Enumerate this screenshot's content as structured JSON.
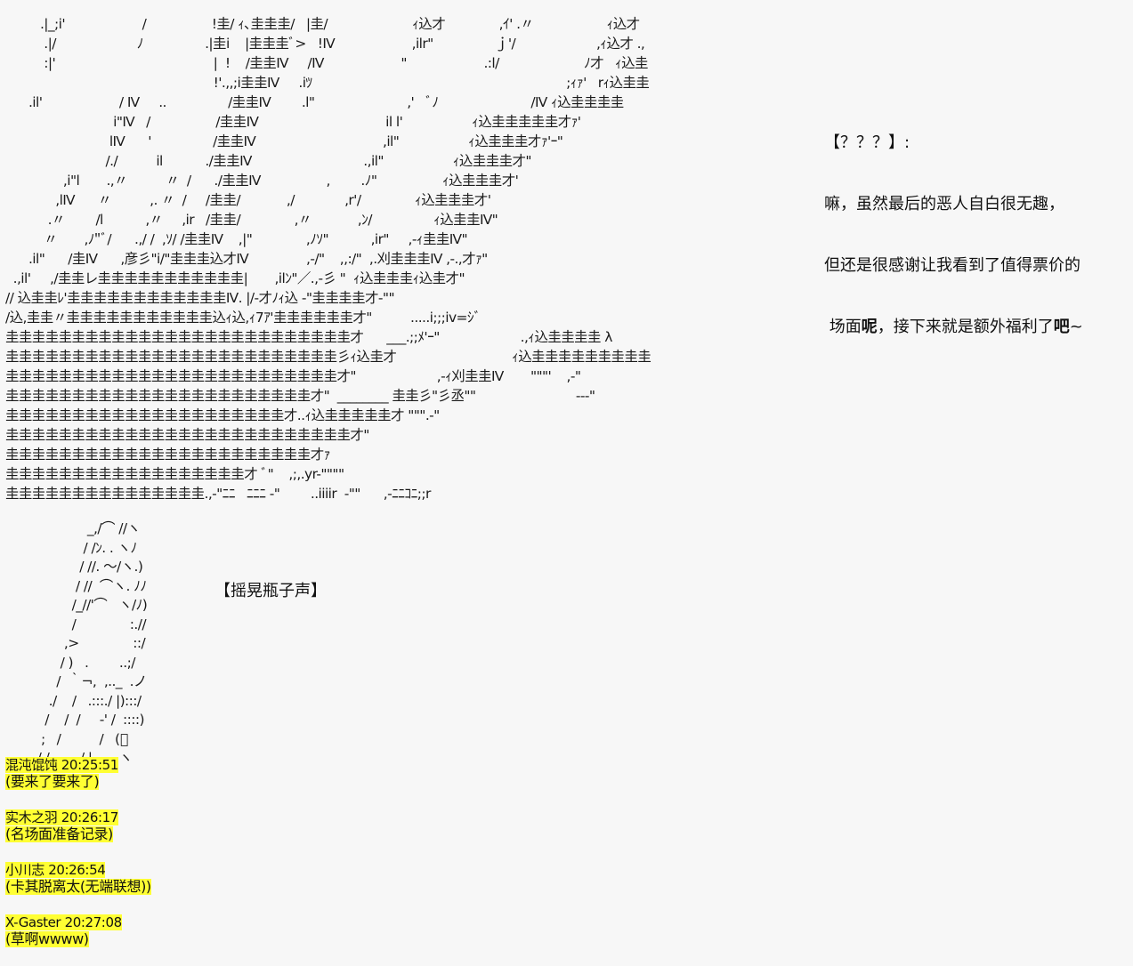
{
  "art": {
    "scene": "         .|_;i'                    /                 !圭/ ｨ､圭圭圭/   |圭/                      ｨ込才              ,ｲ' .〃                   ｨ込才\n          .|/                     ﾉ                .|圭i    |圭圭圭ﾞ>   !Ⅳ                    ,ilr\"                ｊ'/                     ,ｨ込才 .,\n          :|'                                         |  !    /圭圭Ⅳ     /Ⅳ                    \"                    .:l/                      ﾉ才   ｨ込圭\n                                                      !'.,,;i圭圭Ⅳ     .iﾂ                                                                  ;ｨｧ'   rｨ込圭圭\n      .il'                    / Ⅳ     ..                /圭圭Ⅳ        .l\"                        ,'   ﾞﾉ                        /Ⅳ ｨ込圭圭圭圭\n                            i\"Ⅳ   /                 /圭圭Ⅳ                                 il l'                  ｨ込圭圭圭圭圭才ｧ'\n                           lⅣ      '                /圭圭Ⅳ                                 ,il\"                  ｨ込圭圭圭才ｧ'ｰ\"\n                          /./          il           ./圭圭Ⅳ                             .,il\"                  ｨ込圭圭圭才\"\n               ,i\"l       .,〃          〃  /      ./圭圭Ⅳ                 ,        .ﾉ\"                 ｨ込圭圭圭才'\n             ,lⅣ      〃          ,. 〃  /     /圭圭/            ,/             ,r'/              ｨ込圭圭圭才'\n           .〃        /l           ,〃     ,ir   /圭圭/              ,〃            ,ﾝ/                ｨ込圭圭Ⅳ\"\n          〃       ,ﾉ\"ﾞ/      .,/ /  ,ｿ/ /圭圭Ⅳ    ,|\"              ,ﾉｿ\"           ,ir\"     ,-ｨ圭圭Ⅳ\"\n      .il\"      /圭Ⅳ      ,彦彡\"i/\"圭圭圭込才Ⅳ               ,-/\"    ,,:/\"  ,.刈圭圭圭Ⅳ ,-.,才ｧ\"\n  .,il'     ,/圭圭レ圭圭圭圭圭圭圭圭圭圭圭|       ,ilﾝ\"／.,-彡 \"  ｨ込圭圭圭ｨ込圭才\"\n// 込圭圭ﾚ'圭圭圭圭圭圭圭圭圭圭圭圭Ⅳ. |/-才ﾉｨ込 -\"圭圭圭圭才-\"\"\n/込,圭圭〃圭圭圭圭圭圭圭圭圭圭圭込ｨ込,ｨ7ｱ'圭圭圭圭圭圭才\"          .....i;;;iv=ｼﾞ\n圭圭圭圭圭圭圭圭圭圭圭圭圭圭圭圭圭圭圭圭圭圭圭圭圭圭才      ___.;;ﾒ'ｰ\"                     .,ｨ込圭圭圭圭 λ\n圭圭圭圭圭圭圭圭圭圭圭圭圭圭圭圭圭圭圭圭圭圭圭圭圭彡ｨ込圭才                              ｨ込圭圭圭圭圭圭圭圭圭\n圭圭圭圭圭圭圭圭圭圭圭圭圭圭圭圭圭圭圭圭圭圭圭圭圭才\"                     ,-ｨ刈圭圭Ⅳ       \"\"\"'    ,-\"\n圭圭圭圭圭圭圭圭圭圭圭圭圭圭圭圭圭圭圭圭圭圭圭才\"  ________ 圭圭彡\"彡丞\"\"                          ---\"\n圭圭圭圭圭圭圭圭圭圭圭圭圭圭圭圭圭圭圭圭圭才..ｨ込圭圭圭圭圭才 \"\"\".-\"\n圭圭圭圭圭圭圭圭圭圭圭圭圭圭圭圭圭圭圭圭圭圭圭圭圭圭才\"\n圭圭圭圭圭圭圭圭圭圭圭圭圭圭圭圭圭圭圭圭圭圭圭才ｧ\n圭圭圭圭圭圭圭圭圭圭圭圭圭圭圭圭圭圭才 ﾞ\"    ,;,.yr-\"\"\"\"\n圭圭圭圭圭圭圭圭圭圭圭圭圭圭圭.,-\"ﾆﾆ   ﾆﾆﾆ -\"        ..iiiir  -\"\"      ,-ﾆﾆｺﾆ;;r",
    "bottle": "                  _,/⌒ //ヽ\n                 / /ﾝ. . ヽﾉ\n                / //. 〜/ヽ.)\n               / //  ⌒ヽ. ﾉﾉ\n              /_//'⌒   ヽ/ﾉ)\n              /              :.//\n            ,>              ::/\n           / )   .        ..;/\n          /  ｀¬,  ,.._  .ノ\n        ./    /   .:::./ |):::/\n       /    /  /     ‐' /  ::::)\n      ;   /          /   (ﾞ\n     / /        / |       ヽ"
  },
  "speech": {
    "speaker": "【？？？】:",
    "line1": "嘛，虽然最后的恶人自白很无趣，",
    "line2": "但还是很感谢让我看到了值得票价的",
    "line3_pre": "场面",
    "line3_b1": "呢",
    "line3_mid": "，接下来就是额外福利了",
    "line3_b2": "吧",
    "line3_post": "~"
  },
  "sfx": "【摇晃瓶子声】",
  "comments": [
    {
      "user": "混沌馄饨",
      "time": "20:25:51",
      "text": "(要来了要来了)"
    },
    {
      "user": "实木之羽",
      "time": "20:26:17",
      "text": "(名场面准备记录)"
    },
    {
      "user": "小川志",
      "time": "20:26:54",
      "text": "(卡其脱离太(无端联想))"
    },
    {
      "user": "X-Gaster",
      "time": "20:27:08",
      "text": "(草啊wwww)"
    }
  ],
  "colors": {
    "background": "#f7f7f7",
    "highlight": "#ffff33",
    "text": "#111111"
  }
}
